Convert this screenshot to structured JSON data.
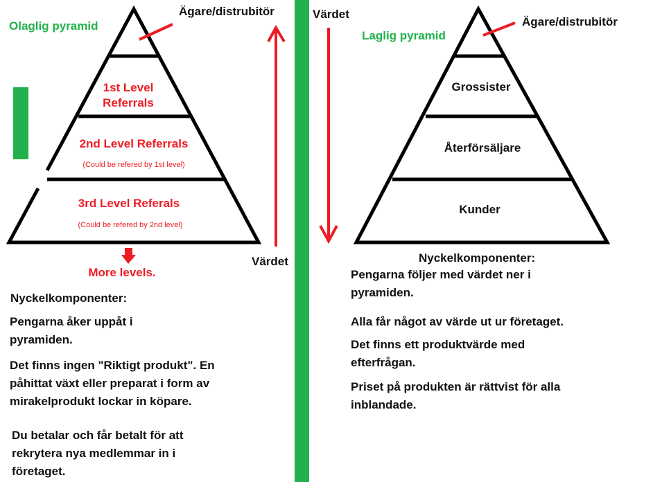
{
  "colors": {
    "green": "#22b14c",
    "red": "#ed1c24",
    "black": "#000000"
  },
  "left": {
    "title": "Olaglig pyramid",
    "top_label": "Ägare/distrubitör",
    "levels": [
      {
        "label": "1st Level",
        "label2": "Referrals"
      },
      {
        "label": "2nd Level Referrals",
        "sub": "(Could be refered by 1st level)"
      },
      {
        "label": "3rd Level Referals",
        "sub": "(Could be refered by 2nd level)"
      }
    ],
    "more": "More levels.",
    "value_label": "Värdet",
    "key_heading": "Nyckelkomponenter:",
    "points": [
      [
        "Pengarna åker uppåt i",
        "pyramiden."
      ],
      [
        "Det finns ingen \"Riktigt produkt\". En",
        "påhittat växt eller preparat i form av",
        "mirakelprodukt lockar in köpare."
      ],
      [
        "Du betalar och får betalt för att",
        "rekrytera nya medlemmar in i",
        "företaget."
      ]
    ]
  },
  "right": {
    "title": "Laglig pyramid",
    "top_label": "Ägare/distrubitör",
    "levels": [
      "Grossister",
      "Återförsäljare",
      "Kunder"
    ],
    "value_label": "Värdet",
    "key_heading": "Nyckelkomponenter:",
    "points": [
      [
        "Pengarna följer med värdet ner i",
        "pyramiden."
      ],
      [
        "Alla får något av värde ut ur företaget."
      ],
      [
        "Det finns ett produktvärde med",
        "efterfrågan."
      ],
      [
        "Priset på produkten är rättvist för alla",
        "inblandade."
      ]
    ]
  }
}
